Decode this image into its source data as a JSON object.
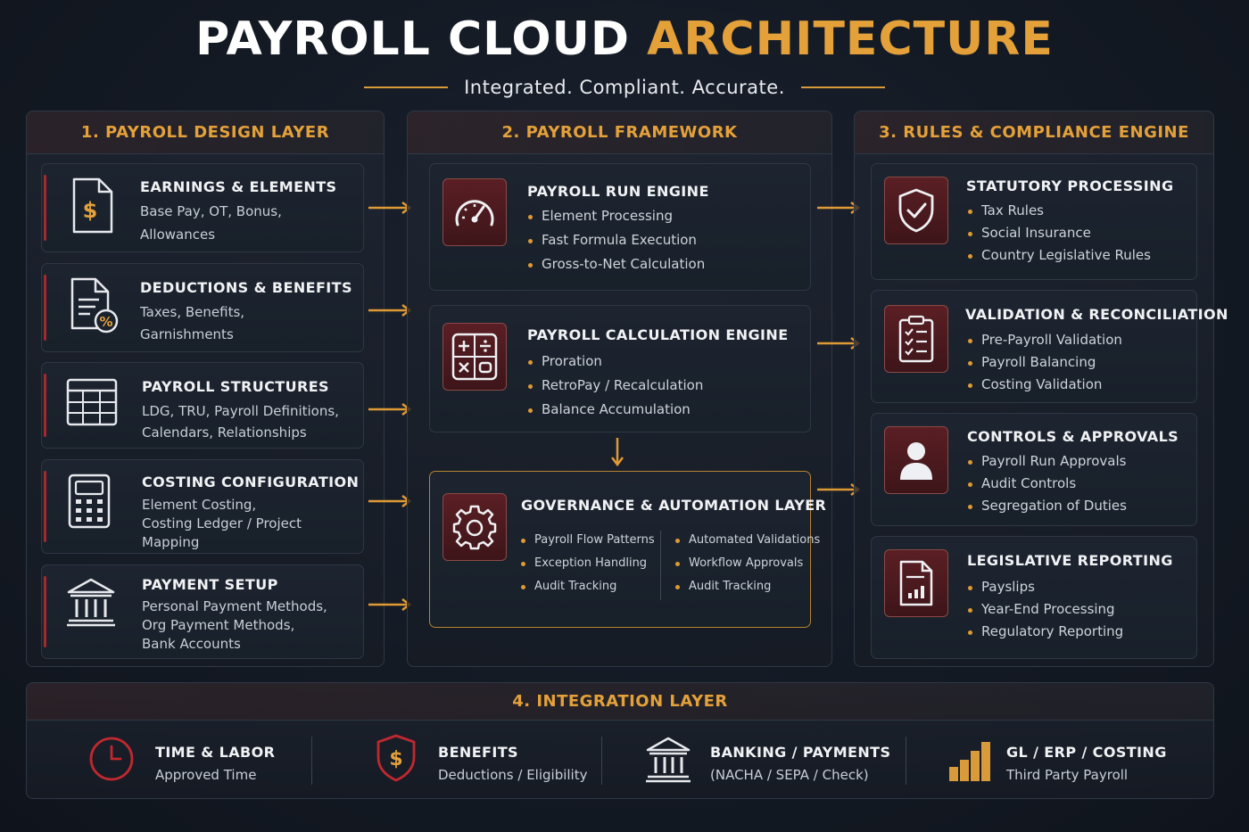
{
  "header": {
    "title_main": "PAYROLL CLOUD",
    "title_accent": "ARCHITECTURE",
    "subtitle": "Integrated. Compliant. Accurate."
  },
  "colors": {
    "accent": "#e4a13a",
    "red": "#a4292e",
    "background": "#141a24"
  },
  "design_layer": {
    "header": "1. PAYROLL DESIGN LAYER",
    "cards": [
      {
        "icon": "dollar-document-icon",
        "title": "EARNINGS & ELEMENTS",
        "lines": [
          "Base Pay, OT, Bonus,",
          "Allowances"
        ]
      },
      {
        "icon": "percent-document-icon",
        "title": "DEDUCTIONS & BENEFITS",
        "lines": [
          "Taxes, Benefits,",
          "Garnishments"
        ]
      },
      {
        "icon": "grid-table-icon",
        "title": "PAYROLL STRUCTURES",
        "lines": [
          "LDG, TRU, Payroll Definitions,",
          "Calendars, Relationships"
        ]
      },
      {
        "icon": "calculator-icon",
        "title": "COSTING CONFIGURATION",
        "lines": [
          "Element Costing,",
          "Costing Ledger / Project",
          "Mapping"
        ]
      },
      {
        "icon": "bank-icon",
        "title": "PAYMENT SETUP",
        "lines": [
          "Personal Payment Methods,",
          "Org Payment Methods,",
          "Bank Accounts"
        ]
      }
    ]
  },
  "framework": {
    "header": "2. PAYROLL FRAMEWORK",
    "run_engine": {
      "icon": "speedometer-icon",
      "title": "PAYROLL RUN ENGINE",
      "bullets": [
        "Element Processing",
        "Fast Formula Execution",
        "Gross-to-Net Calculation"
      ]
    },
    "calc_engine": {
      "icon": "calculator-symbols-icon",
      "title": "PAYROLL CALCULATION ENGINE",
      "bullets": [
        "Proration",
        "RetroPay / Recalculation",
        "Balance Accumulation"
      ]
    },
    "governance": {
      "icon": "gear-icon",
      "title": "GOVERNANCE & AUTOMATION LAYER",
      "left_bullets": [
        "Payroll Flow Patterns",
        "Exception Handling",
        "Audit Tracking"
      ],
      "right_bullets": [
        "Automated Validations",
        "Workflow Approvals",
        "Audit Tracking"
      ]
    }
  },
  "rules": {
    "header": "3. RULES & COMPLIANCE ENGINE",
    "cards": [
      {
        "icon": "shield-check-icon",
        "title": "STATUTORY PROCESSING",
        "bullets": [
          "Tax Rules",
          "Social Insurance",
          "Country Legislative Rules"
        ]
      },
      {
        "icon": "clipboard-checklist-icon",
        "title": "VALIDATION & RECONCILIATION",
        "bullets": [
          "Pre-Payroll Validation",
          "Payroll Balancing",
          "Costing Validation"
        ]
      },
      {
        "icon": "user-icon",
        "title": "CONTROLS & APPROVALS",
        "bullets": [
          "Payroll Run Approvals",
          "Audit Controls",
          "Segregation of Duties"
        ]
      },
      {
        "icon": "report-chart-icon",
        "title": "LEGISLATIVE REPORTING",
        "bullets": [
          "Payslips",
          "Year-End Processing",
          "Regulatory Reporting"
        ]
      }
    ]
  },
  "integration": {
    "header": "4. INTEGRATION LAYER",
    "items": [
      {
        "icon": "clock-icon",
        "title": "TIME & LABOR",
        "sub": "Approved Time"
      },
      {
        "icon": "dollar-shield-icon",
        "title": "BENEFITS",
        "sub": "Deductions / Eligibility"
      },
      {
        "icon": "bank-icon",
        "title": "BANKING / PAYMENTS",
        "sub": "(NACHA / SEPA / Check)"
      },
      {
        "icon": "bar-chart-icon",
        "title": "GL / ERP / COSTING",
        "sub": "Third Party Payroll"
      }
    ]
  }
}
